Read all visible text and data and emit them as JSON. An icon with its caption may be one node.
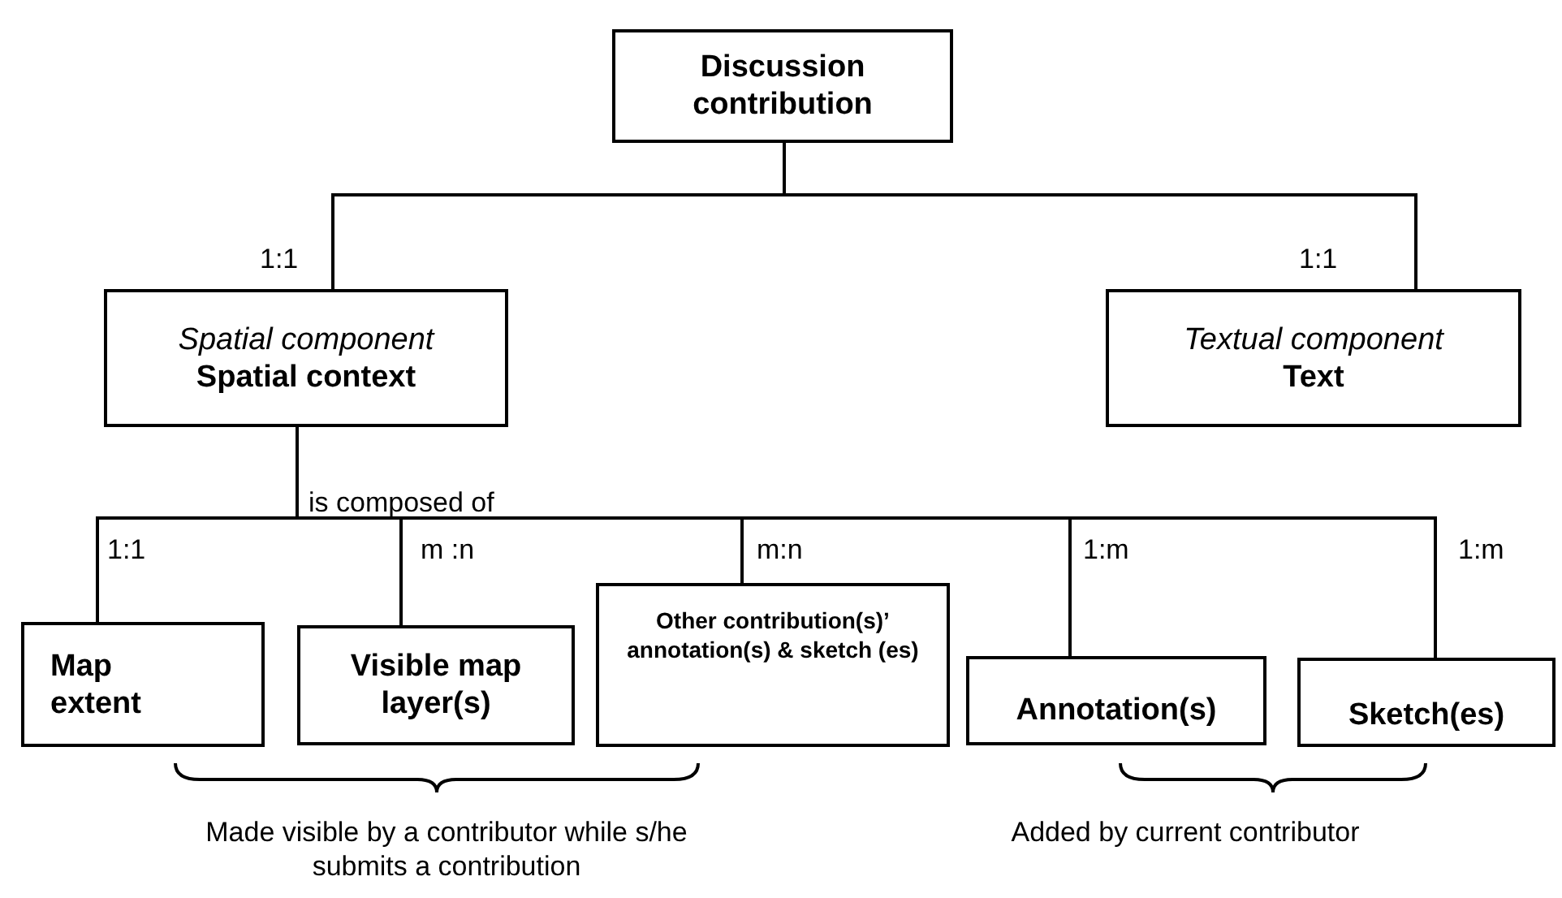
{
  "diagram": {
    "nodes": [
      {
        "text": [
          "Discussion contribution"
        ]
      },
      {
        "text": [
          "Spatial component",
          "Spatial context"
        ]
      },
      {
        "text": [
          "Textual component",
          "Text"
        ]
      },
      {
        "text": [
          "Map extent"
        ]
      },
      {
        "text": [
          "Visible map layer(s)"
        ]
      },
      {
        "text": [
          "Other contribution(s)’ annotation(s) & sketch (es)"
        ]
      },
      {
        "text": [
          "Annotation(s)"
        ]
      },
      {
        "text": [
          "Sketch(es)"
        ]
      }
    ],
    "edges": [
      {
        "from": 0,
        "to": 1,
        "arrow": "none",
        "label": "1:1"
      },
      {
        "from": 0,
        "to": 2,
        "arrow": "none",
        "label": "1:1"
      },
      {
        "from": 1,
        "to": 3,
        "arrow": "none",
        "label": "1:1"
      },
      {
        "from": 1,
        "to": 4,
        "arrow": "none",
        "label": "m :n"
      },
      {
        "from": 1,
        "to": 5,
        "arrow": "none",
        "label": "m:n"
      },
      {
        "from": 1,
        "to": 6,
        "arrow": "none",
        "label": "1:m"
      },
      {
        "from": 1,
        "to": 7,
        "arrow": "none",
        "label": "1:m"
      }
    ],
    "labels": [
      "is composed of",
      "Made visible by a contributor while s/he submits a contribution",
      "Added by current contributor"
    ]
  }
}
